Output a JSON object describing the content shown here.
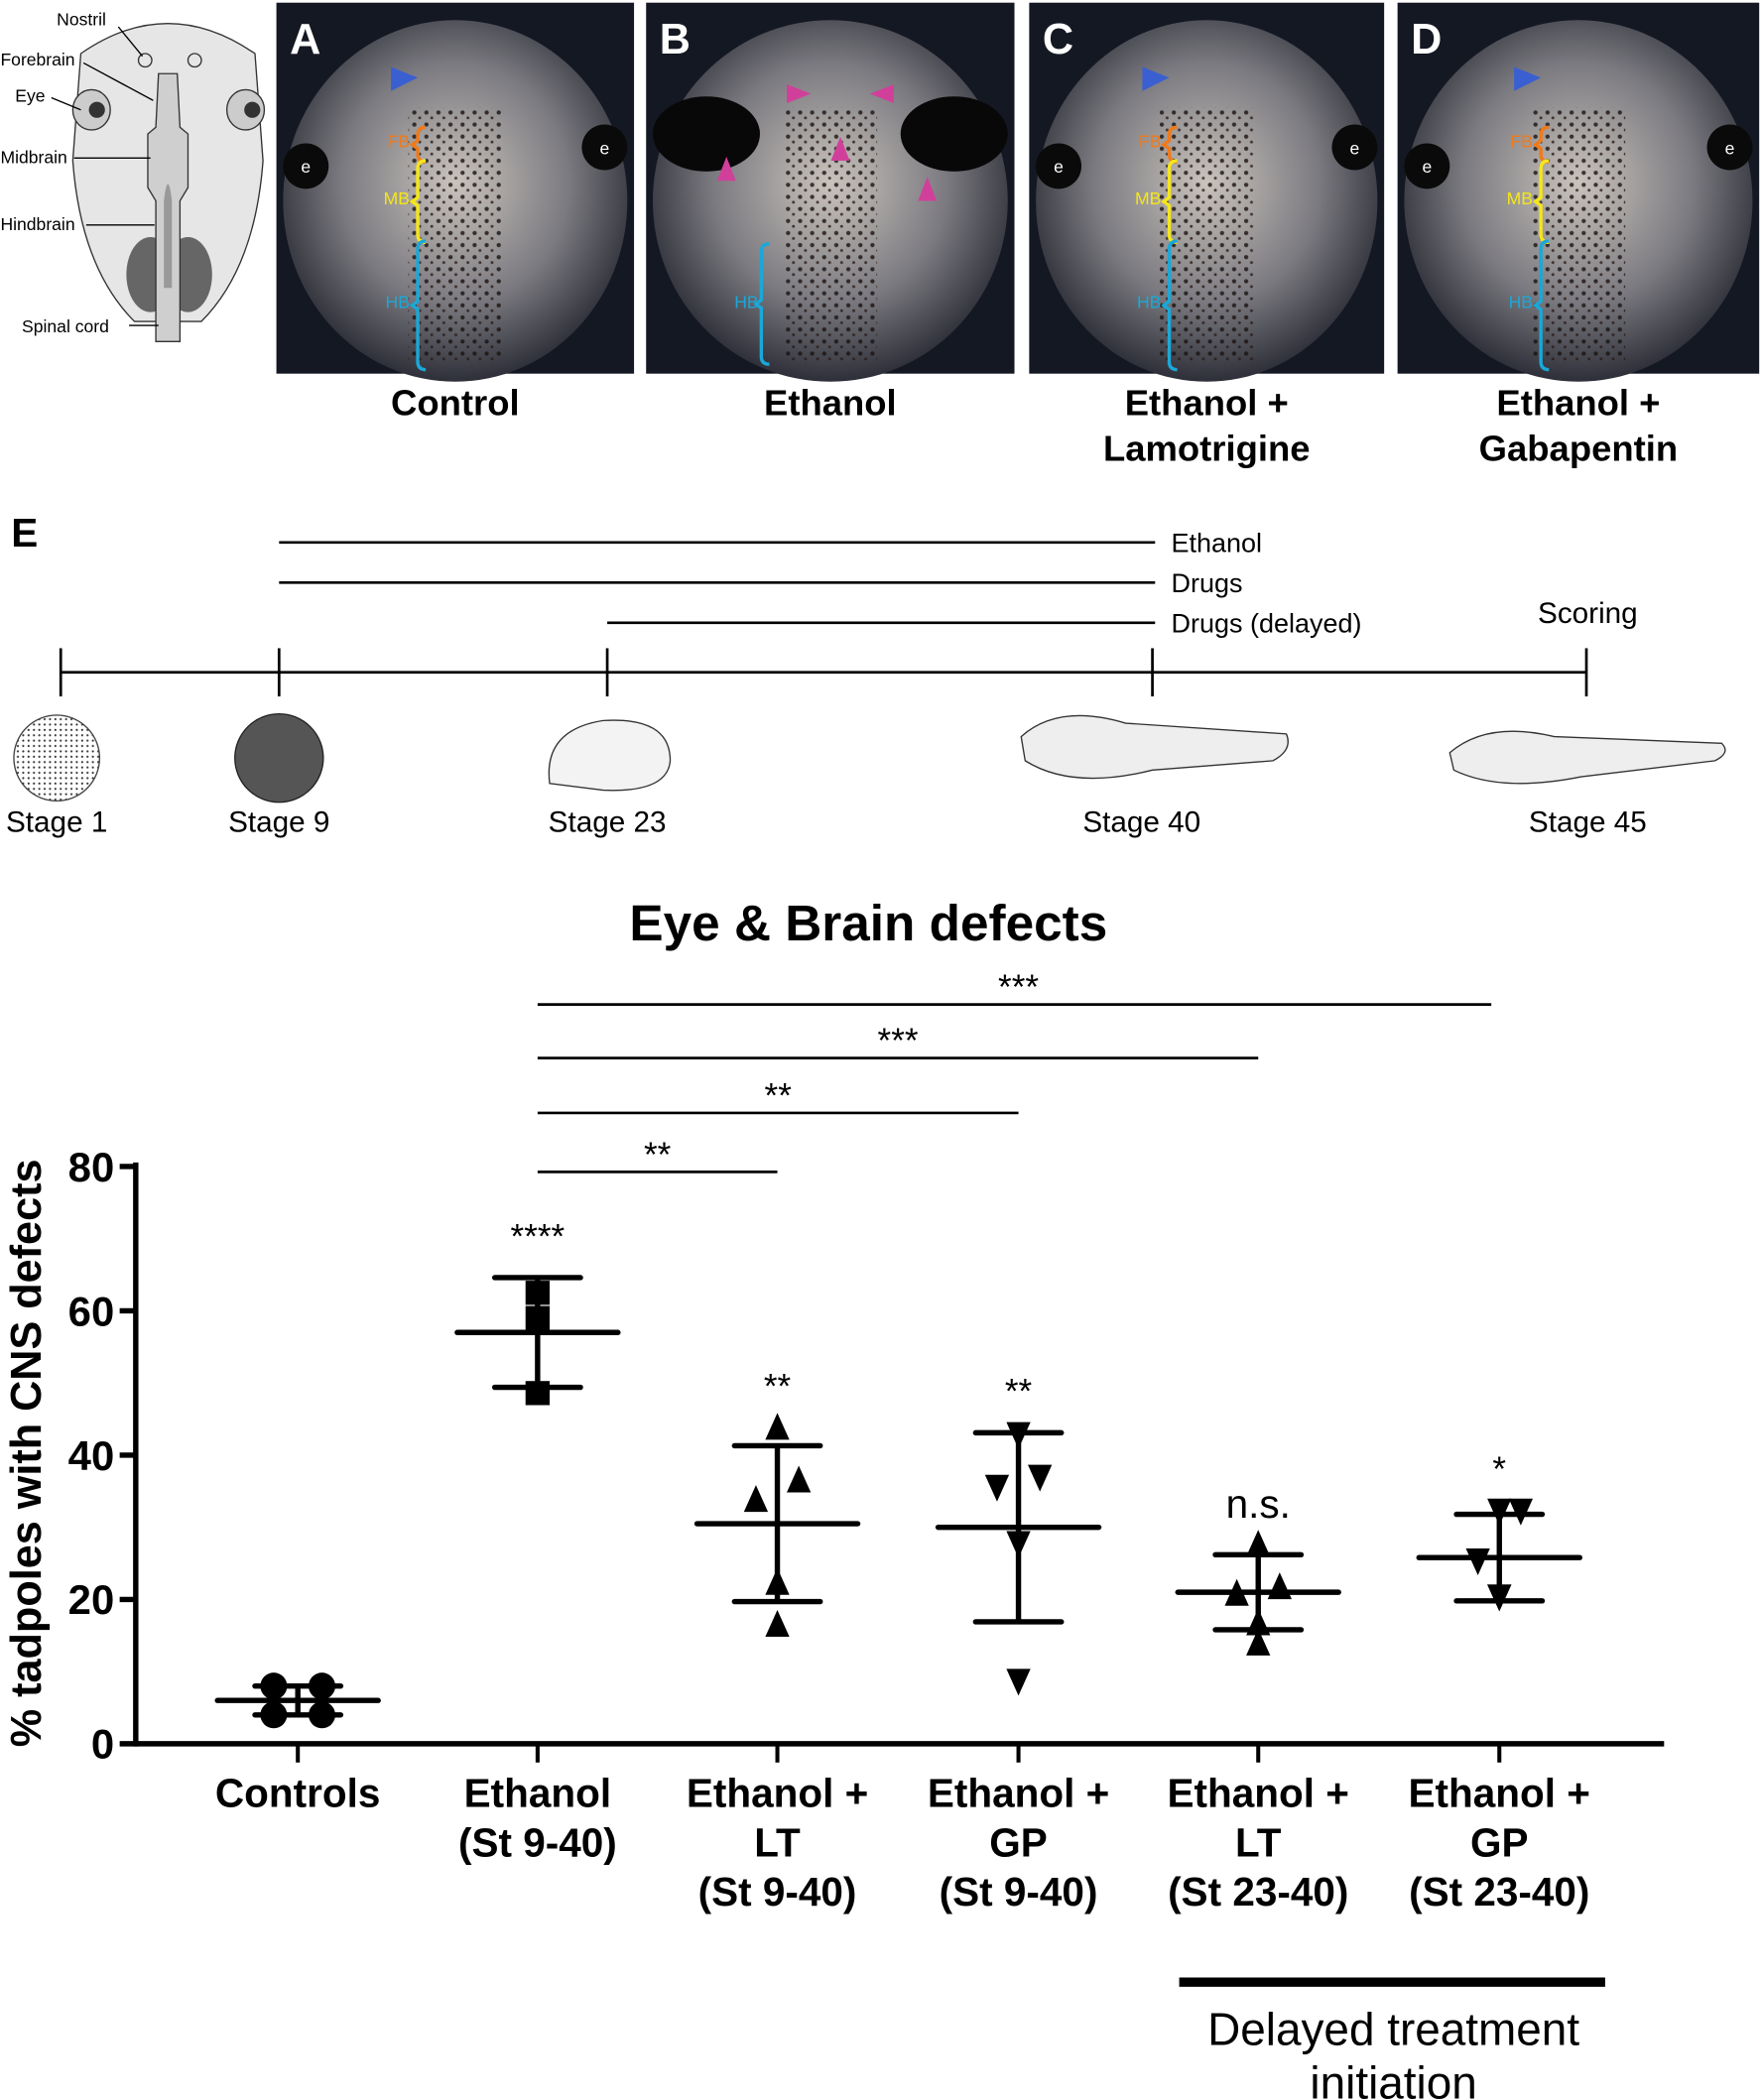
{
  "diagram": {
    "labels": [
      "Nostril",
      "Forebrain",
      "Eye",
      "Midbrain",
      "Hindbrain",
      "Spinal cord"
    ]
  },
  "panels": [
    {
      "letter": "A",
      "caption": [
        "Control"
      ]
    },
    {
      "letter": "B",
      "caption": [
        "Ethanol"
      ]
    },
    {
      "letter": "C",
      "caption": [
        "Ethanol +",
        "Lamotrigine"
      ]
    },
    {
      "letter": "D",
      "caption": [
        "Ethanol +",
        "Gabapentin"
      ]
    }
  ],
  "photo_labels": {
    "fb": "FB",
    "mb": "MB",
    "hb": "HB",
    "eye": "e"
  },
  "colors": {
    "fb": "#f07a1a",
    "mb": "#f5e61a",
    "hb": "#1aa8d8",
    "arrow_blue": "#3a5fd0",
    "arrow_magenta": "#d0409a"
  },
  "timeline": {
    "letter": "E",
    "bars": [
      "Ethanol",
      "Drugs",
      "Drugs (delayed)"
    ],
    "scoring": "Scoring",
    "stages": [
      "Stage 1",
      "Stage 9",
      "Stage 23",
      "Stage 40",
      "Stage 45"
    ]
  },
  "chart_data": {
    "type": "scatter",
    "title": "Eye & Brain defects",
    "ylabel": "% tadpoles with CNS defects",
    "xlabel": "",
    "ylim": [
      0,
      80
    ],
    "yticks": [
      0,
      20,
      40,
      60,
      80
    ],
    "categories": [
      [
        "Controls"
      ],
      [
        "Ethanol",
        "(St 9-40)"
      ],
      [
        "Ethanol +",
        "LT",
        "(St 9-40)"
      ],
      [
        "Ethanol +",
        "GP",
        "(St 9-40)"
      ],
      [
        "Ethanol +",
        "LT",
        "(St 23-40)"
      ],
      [
        "Ethanol +",
        "GP",
        "(St 23-40)"
      ]
    ],
    "markers": [
      "circle",
      "square",
      "triangle-up",
      "triangle-down",
      "triangle-up",
      "triangle-down"
    ],
    "points": [
      [
        8,
        8,
        4,
        4
      ],
      [
        62.5,
        59,
        48.6
      ],
      [
        43.8,
        36.5,
        33.8,
        22.3,
        16.5
      ],
      [
        42.9,
        37,
        35.6,
        27.8,
        8.7
      ],
      [
        27.6,
        21.7,
        20.8,
        16.7,
        13.9
      ],
      [
        32.3,
        32.3,
        25.4,
        20.4,
        20.4
      ]
    ],
    "mean": [
      6,
      57,
      30.5,
      30,
      21,
      25.8
    ],
    "sd": [
      2,
      7.6,
      10.8,
      13.1,
      5.2,
      6
    ],
    "significance": [
      "",
      "****",
      "**",
      "**",
      "n.s.",
      "*"
    ],
    "comparisons": [
      {
        "from": 1,
        "to": 2,
        "label": "**"
      },
      {
        "from": 1,
        "to": 3,
        "label": "**"
      },
      {
        "from": 1,
        "to": 4,
        "label": "***"
      },
      {
        "from": 1,
        "to": 5,
        "label": "***"
      }
    ],
    "group_annotation": [
      "Delayed treatment",
      "initiation"
    ]
  }
}
